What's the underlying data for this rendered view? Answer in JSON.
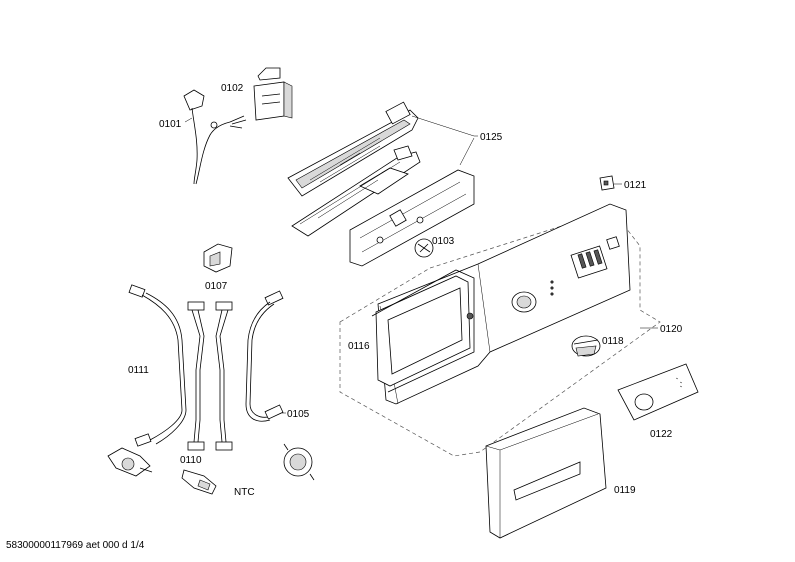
{
  "labels": {
    "p0101": "0101",
    "p0102": "0102",
    "p0125": "0125",
    "p0121": "0121",
    "p0103": "0103",
    "p0107": "0107",
    "p0120": "0120",
    "p0116": "0116",
    "p0118": "0118",
    "p0111": "0111",
    "p0105": "0105",
    "p0110": "0110",
    "p0122": "0122",
    "p0119": "0119",
    "ntc": "NTC"
  },
  "footer": "58300000117969 aet 000 d 1/4"
}
